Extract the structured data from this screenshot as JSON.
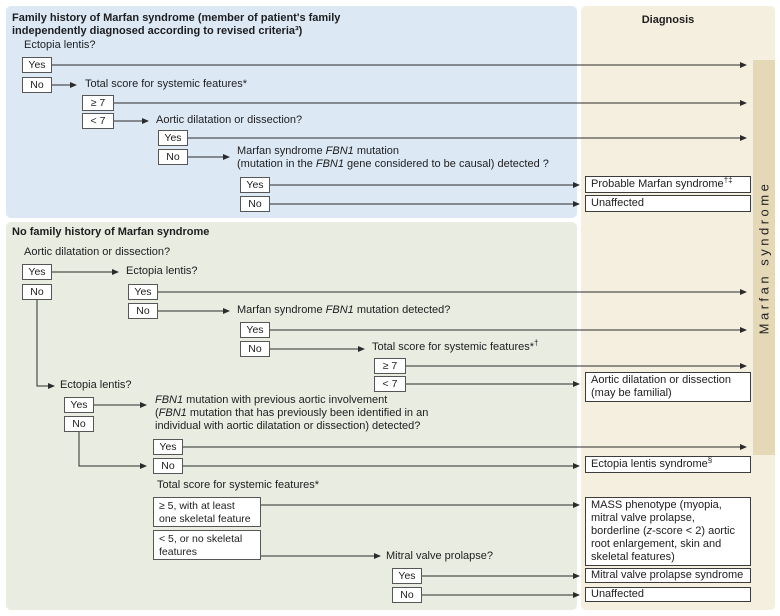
{
  "colors": {
    "family_panel": "#dce9f5",
    "no_family_panel": "#e9ece1",
    "diagnosis_panel": "#f5efdf",
    "marfan_bar": "#e5d8b6",
    "line": "#2b2b2b"
  },
  "labels": {
    "yes": "Yes",
    "no": "No",
    "ge7": "≥ 7",
    "lt7": "< 7"
  },
  "diagnosis": {
    "header": "Diagnosis",
    "bar": "Marfan syndrome"
  },
  "family": {
    "title": "Family history of Marfan syndrome (member of patient's family independently diagnosed according to revised criteria³)",
    "ectopia_q": "Ectopia lentis?",
    "score_q": "Total score for systemic features*",
    "aortic_q": "Aortic dilatation or dissection?",
    "fbn1_q": [
      {
        "t": "Marfan syndrome "
      },
      {
        "t": "FBN1",
        "i": true
      },
      {
        "t": " mutation"
      },
      {
        "br": true
      },
      {
        "t": "(mutation in the "
      },
      {
        "t": "FBN1",
        "i": true
      },
      {
        "t": " gene considered to be causal) detected ?"
      }
    ],
    "outcomes": {
      "probable": [
        {
          "t": "Probable Marfan syndrome"
        },
        {
          "t": "†‡",
          "s": true
        }
      ],
      "unaffected": "Unaffected"
    }
  },
  "no_family": {
    "title": "No family history of Marfan syndrome",
    "aortic_q": "Aortic dilatation or dissection?",
    "ectopia_q1": "Ectopia lentis?",
    "fbn1_q": [
      {
        "t": "Marfan syndrome "
      },
      {
        "t": "FBN1",
        "i": true
      },
      {
        "t": " mutation detected?"
      }
    ],
    "score_q1": [
      {
        "t": "Total score for systemic features*"
      },
      {
        "t": "†",
        "s": true
      }
    ],
    "ectopia_q2": "Ectopia lentis?",
    "fbn1_prev_q": [
      {
        "t": "FBN1",
        "i": true
      },
      {
        "t": " mutation with previous aortic involvement"
      },
      {
        "br": true
      },
      {
        "t": "("
      },
      {
        "t": "FBN1",
        "i": true
      },
      {
        "t": " mutation that has previously been identified in an"
      },
      {
        "br": true
      },
      {
        "t": "individual with aortic dilatation or dissection) detected?"
      }
    ],
    "score_q2": "Total score for systemic features*",
    "ge5": "≥ 5, with at least one skeletal feature",
    "lt5": "< 5, or no skeletal features",
    "mvp_q": "Mitral valve prolapse?",
    "outcomes": {
      "aortic_familial": "Aortic dilatation or dissection (may be familial)",
      "ectopia_syndrome": [
        {
          "t": "Ectopia lentis syndrome"
        },
        {
          "t": "§",
          "s": true
        }
      ],
      "mass": [
        {
          "t": "MASS phenotype (myopia, mitral valve prolapse, borderline ("
        },
        {
          "t": "z",
          "i": true
        },
        {
          "t": "-score < 2) aortic root enlargement, skin and skeletal features)"
        }
      ],
      "mvp_syndrome": "Mitral valve prolapse syndrome",
      "unaffected": "Unaffected"
    }
  }
}
